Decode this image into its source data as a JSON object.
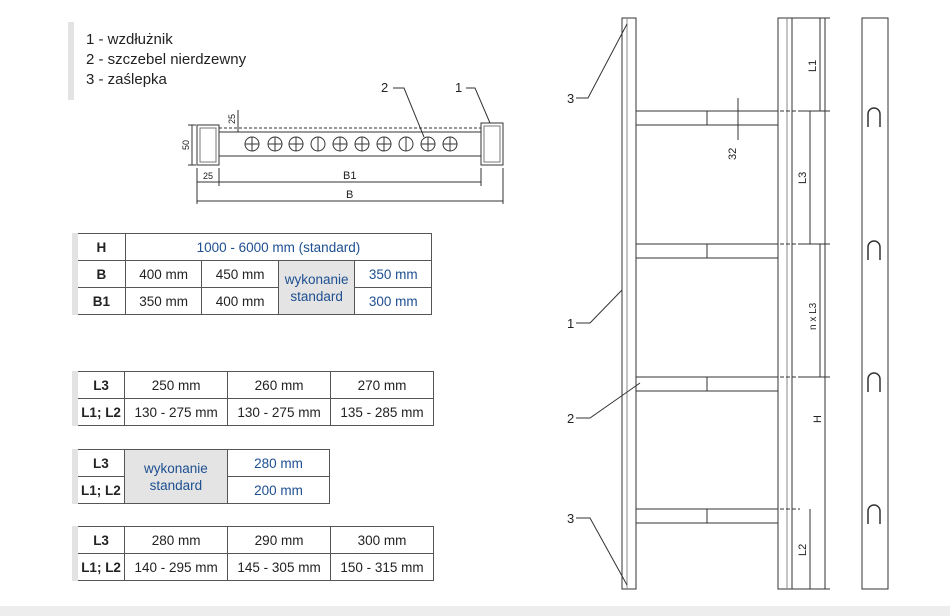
{
  "legend": [
    "1 - wzdłużnik",
    "2 - szczebel nierdzewny",
    "3 - zaślepka"
  ],
  "rung_drawing": {
    "callout_1": "1",
    "callout_2": "2",
    "dim_50": "50",
    "dim_25_top": "25",
    "dim_25_bottom": "25",
    "dim_B1": "B1",
    "dim_B": "B"
  },
  "table_h_b": {
    "row_h": {
      "label": "H",
      "value": "1000 - 6000 mm (standard)"
    },
    "row_b": {
      "label": "B",
      "v1": "400 mm",
      "v2": "450 mm",
      "std": "wykonanie standard",
      "v3": "350 mm"
    },
    "row_b1": {
      "label": "B1",
      "v1": "350 mm",
      "v2": "400 mm",
      "v3": "300 mm"
    }
  },
  "table_l3_a": {
    "h1": "L3",
    "h2": "L1; L2",
    "c1": "250 mm",
    "c2": "260 mm",
    "c3": "270 mm",
    "d1": "130 - 275 mm",
    "d2": "130 - 275 mm",
    "d3": "135 - 285 mm"
  },
  "table_l3_std": {
    "h1": "L3",
    "h2": "L1; L2",
    "std": "wykonanie standard",
    "v1": "280 mm",
    "v2": "200 mm"
  },
  "table_l3_b": {
    "h1": "L3",
    "h2": "L1; L2",
    "c1": "280 mm",
    "c2": "290 mm",
    "c3": "300 mm",
    "d1": "140 - 295 mm",
    "d2": "145 - 305 mm",
    "d3": "150 - 315 mm"
  },
  "ladder_drawing": {
    "callout_3_top": "3",
    "callout_1": "1",
    "callout_2": "2",
    "callout_3_bottom": "3",
    "dim_L1": "L1",
    "dim_32": "32",
    "dim_L3": "L3",
    "dim_nxL3": "n x L3",
    "dim_H": "H",
    "dim_L2": "L2"
  }
}
